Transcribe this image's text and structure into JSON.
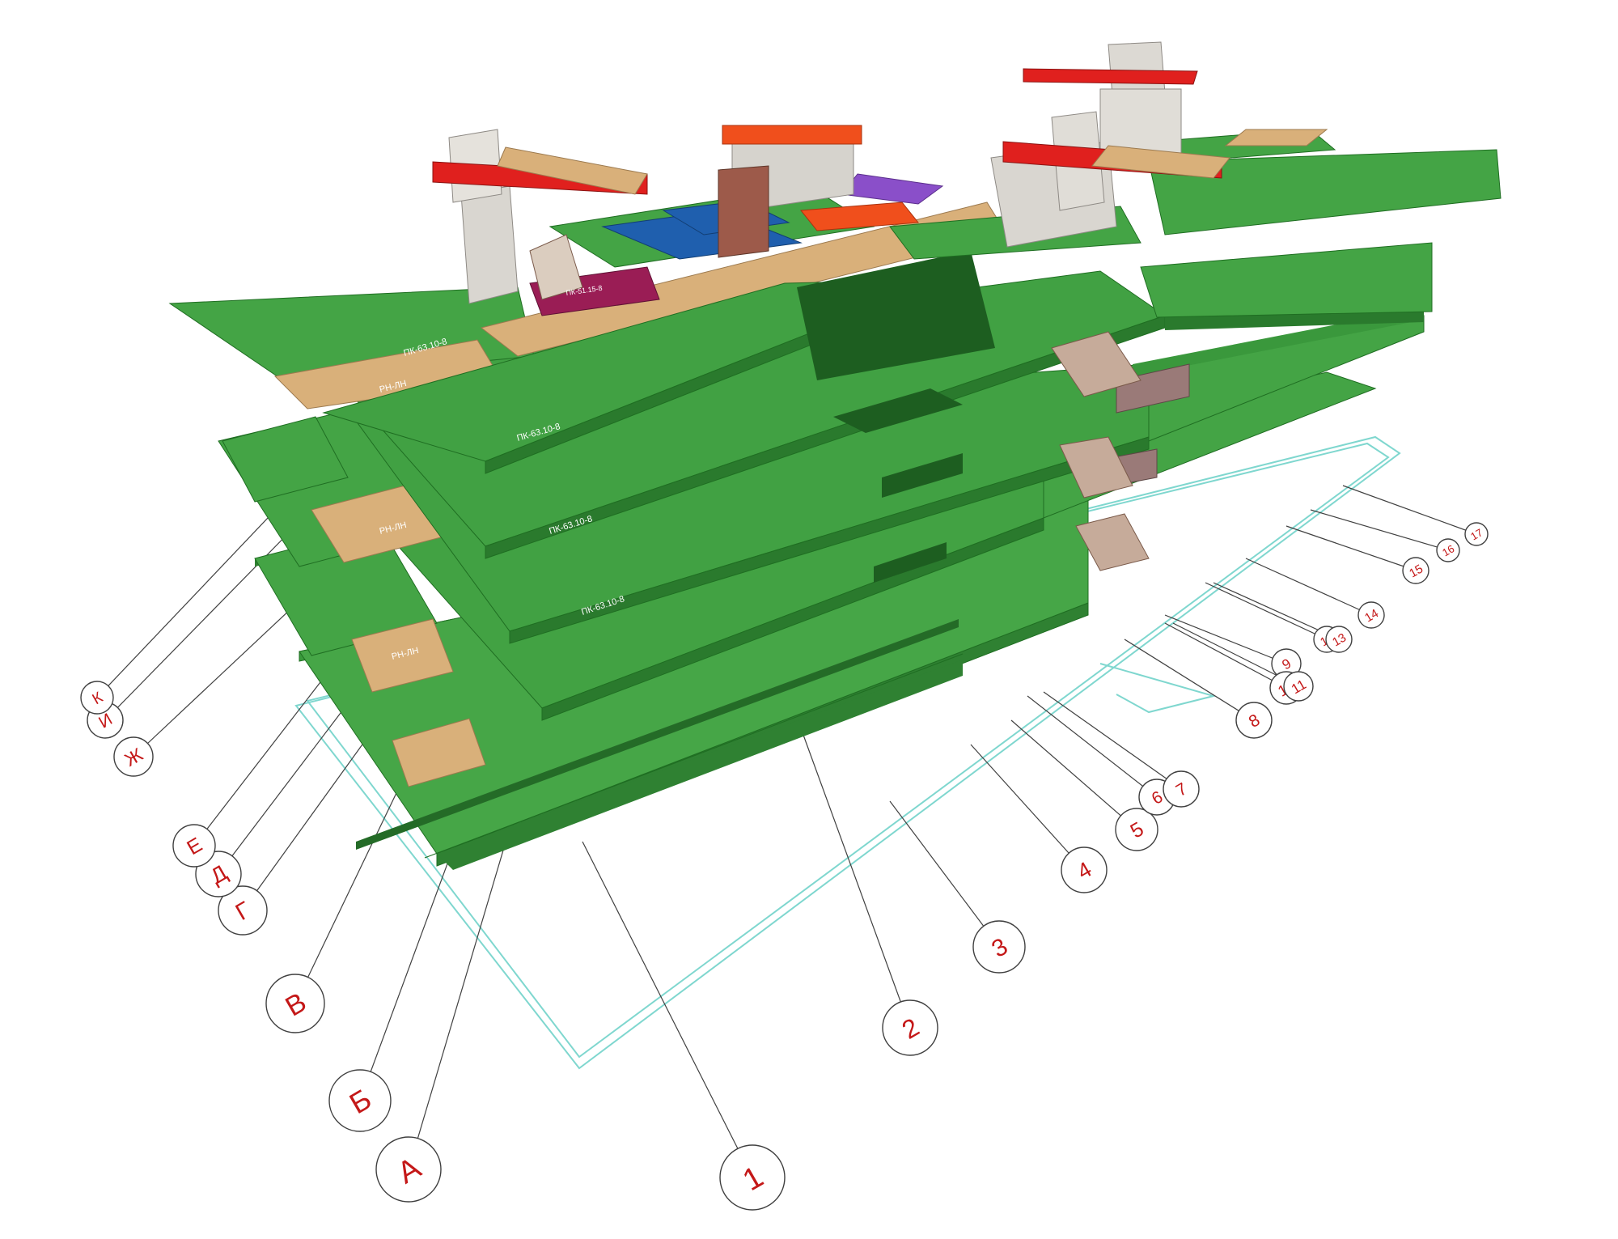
{
  "colors": {
    "slab_green": "#3d9b3f",
    "slab_green_light": "#48a84a",
    "slab_green_edge": "#1f6e22",
    "slab_dark": "#1d5e20",
    "slab_tan": "#d9b07a",
    "slab_tan_edge": "#9c7a4f",
    "slab_blue": "#1f5fae",
    "slab_purple": "#8a4fc9",
    "slab_magenta": "#9a1d55",
    "slab_orange": "#f04f1c",
    "slab_red": "#e0201e",
    "wall_grey": "#d9d6d0",
    "brick": "#9d5a4a",
    "stone_tread": "#9a7a78",
    "axis_circle": "#c41818",
    "axis_line": "#404040",
    "foundation": "#7fd7cf"
  },
  "slab_marks": {
    "green_long": "ПК-63.10-8",
    "green_short": "ПК-63.10-8",
    "tan": "РН-ЛН",
    "magenta": "ПК-51.15-8"
  },
  "axes_letters": [
    "А",
    "Б",
    "В",
    "Г",
    "Д",
    "Е",
    "Ж",
    "И",
    "К"
  ],
  "axes_numbers": [
    "1",
    "2",
    "3",
    "4",
    "5",
    "6",
    "7",
    "8",
    "9",
    "10",
    "11",
    "12",
    "13",
    "14",
    "15",
    "16",
    "17"
  ]
}
